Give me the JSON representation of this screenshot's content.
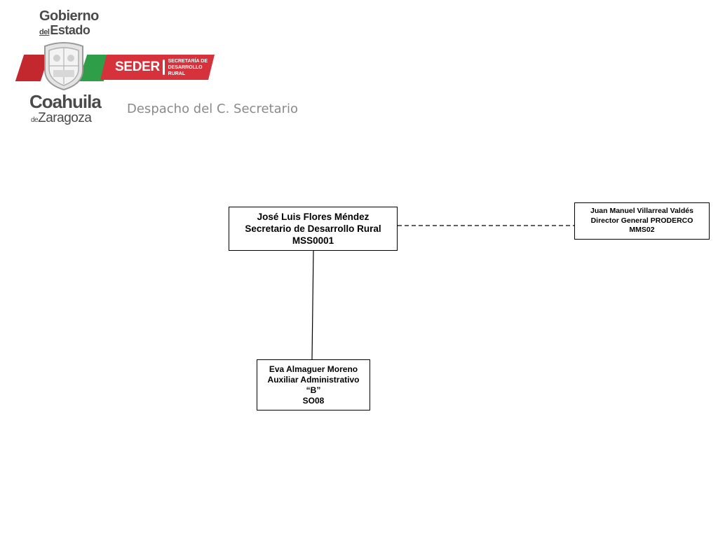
{
  "header": {
    "gov_line1": "Gobierno",
    "gov_line2_small": "del",
    "gov_line2": "Estado",
    "seder_label": "SEDER",
    "seder_sub1": "SECRETARÍA DE",
    "seder_sub2": "DESARROLLO RURAL",
    "state_name": "Coahuila",
    "state_de": "de",
    "state_suffix": "Zaragoza",
    "page_title": "Despacho del C. Secretario"
  },
  "colors": {
    "red": "#c3282e",
    "green": "#2f9e48",
    "seder_red": "#d6323b",
    "text_gray": "#4a4a4a",
    "title_gray": "#8a8a8a"
  },
  "org": {
    "main": {
      "name": "José Luis Flores Méndez",
      "role": "Secretario de Desarrollo Rural",
      "code": "MSS0001"
    },
    "side": {
      "name": "Juan Manuel Villarreal Valdés",
      "role": "Director General PRODERCO",
      "code": "MMS02"
    },
    "sub": {
      "name": "Eva Almaguer Moreno",
      "role": "Auxiliar Administrativo",
      "grade": "“B”",
      "code": "SO08"
    }
  }
}
